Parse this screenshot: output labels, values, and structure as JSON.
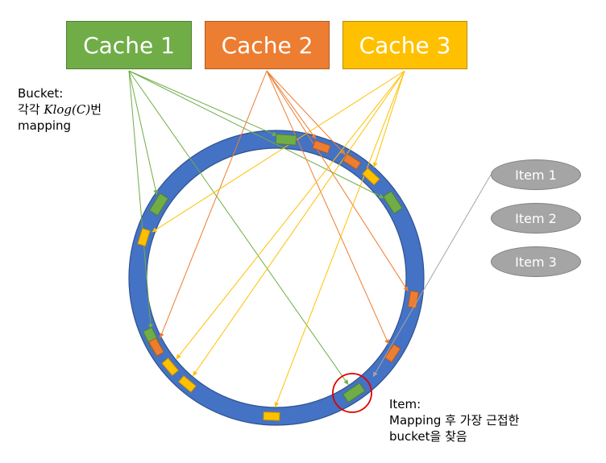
{
  "caches": [
    {
      "label": "Cache 1",
      "color": "#70ad47"
    },
    {
      "label": "Cache 2",
      "color": "#ed7d31"
    },
    {
      "label": "Cache 3",
      "color": "#ffc000"
    }
  ],
  "ring": {
    "color": "#4472c4",
    "highlight_color": "#e00000"
  },
  "bucket_note": {
    "line1": "Bucket:",
    "line2_prefix": "각각 ",
    "line2_math": "Klog(C)",
    "line2_suffix": "번",
    "line3": "mapping"
  },
  "items": [
    {
      "label": "Item 1",
      "color": "#a5a5a5"
    },
    {
      "label": "Item 2",
      "color": "#a5a5a5"
    },
    {
      "label": "Item 3",
      "color": "#a5a5a5"
    }
  ],
  "item_note": {
    "line1": "Item:",
    "line2": "Mapping 후 가장 근접한",
    "line3": "bucket을 찾음"
  }
}
